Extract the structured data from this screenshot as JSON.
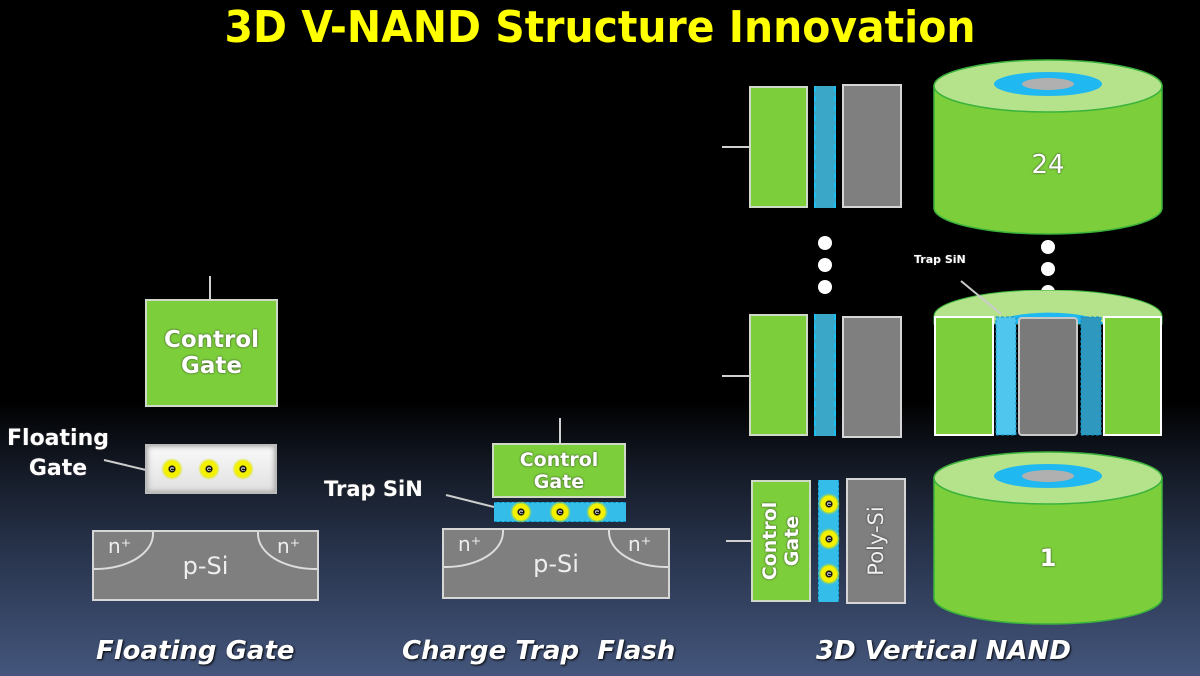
{
  "title": "3D V-NAND Structure Innovation",
  "floating_gate": {
    "control_gate_line1": "Control",
    "control_gate_line2": "Gate",
    "floating_gate_label_line1": "Floating",
    "floating_gate_label_line2": "Gate",
    "electron": "e",
    "substrate": "p-Si",
    "n_plus": "n⁺",
    "caption": "Floating Gate"
  },
  "charge_trap": {
    "control_gate_line1": "Control",
    "control_gate_line2": "Gate",
    "trap_label": "Trap SiN",
    "electron": "e",
    "substrate": "p-Si",
    "n_plus": "n⁺",
    "caption": "Charge Trap  Flash"
  },
  "vertical_nand": {
    "trap_label": "Trap SiN",
    "control_gate_line1": "Control",
    "control_gate_line2": "Gate",
    "channel": "Poly-Si",
    "electron": "e",
    "top_layer_number": "24",
    "bottom_layer_number": "1",
    "caption": "3D Vertical NAND"
  },
  "colors": {
    "title": "#ffff00",
    "gate_green": "#7ccf3a",
    "cylinder_top": "#b4e38c",
    "trap_blue": "#34bde8",
    "silicon_gray": "#7f7f7f"
  }
}
